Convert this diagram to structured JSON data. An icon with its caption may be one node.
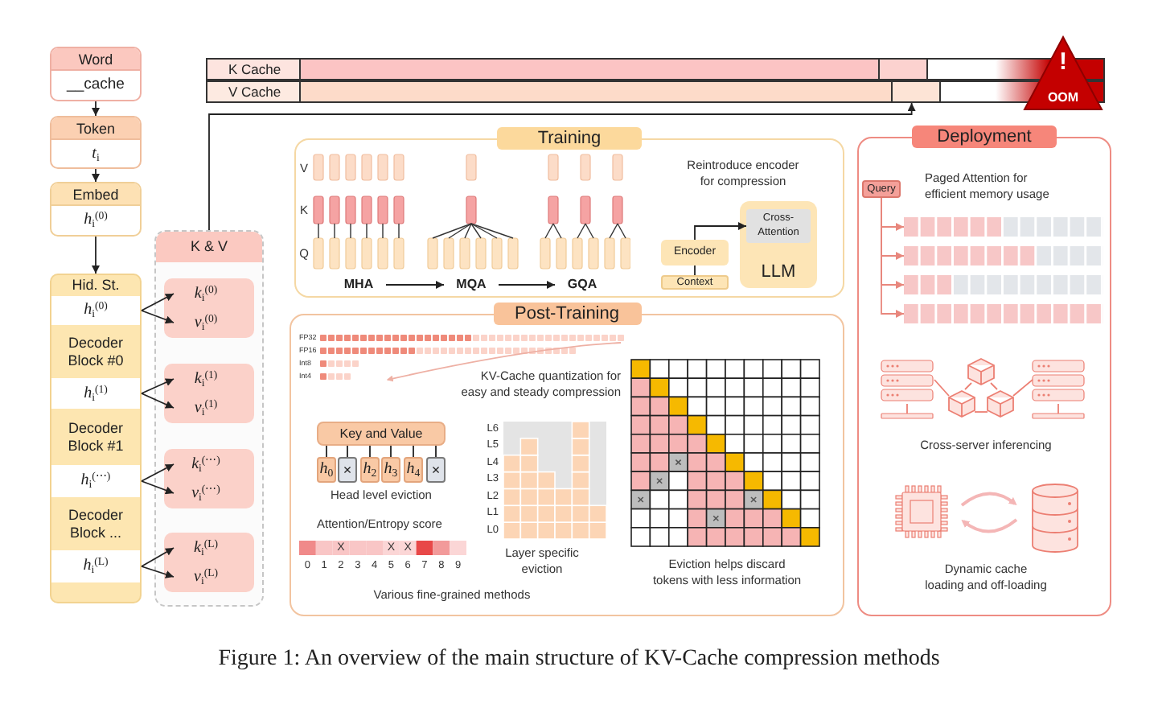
{
  "diagram": {
    "caption": "Figure 1: An overview of the main structure of KV-Cache compression methods",
    "nodes": [
      {
        "text": [
          "Word",
          "__cache"
        ]
      },
      {
        "text": [
          "Token",
          "*t*$_{i}$"
        ]
      },
      {
        "text": [
          "Embed",
          "*h*$_{i}$$^{(0)}$"
        ]
      },
      {
        "text": [
          "Hid. St."
        ]
      },
      {
        "text": [
          "*h*$_{i}$$^{(0)}$"
        ],
        "in": 3
      },
      {
        "text": [
          "Decoder Block #0"
        ],
        "in": 3
      },
      {
        "text": [
          "*h*$_{i}$$^{(1)}$"
        ],
        "in": 3
      },
      {
        "text": [
          "Decoder Block #1"
        ],
        "in": 3
      },
      {
        "text": [
          "*h*$_{i}$$^{(⋯)}$"
        ],
        "in": 3
      },
      {
        "text": [
          "Decoder Block ..."
        ],
        "in": 3
      },
      {
        "text": [
          "*h*$_{i}$$^{(L)}$"
        ],
        "in": 3
      },
      {
        "text": [
          "K & V"
        ]
      },
      {
        "text": [],
        "shape": "box",
        "in": 11
      },
      {
        "text": [
          "*k*$_{i}$$^{(0)}$"
        ],
        "in": 12
      },
      {
        "text": [
          "*v*$_{i}$$^{(0)}$"
        ],
        "in": 12
      },
      {
        "text": [],
        "shape": "box",
        "in": 11
      },
      {
        "text": [
          "*k*$_{i}$$^{(1)}$"
        ],
        "in": 15
      },
      {
        "text": [
          "*v*$_{i}$$^{(1)}$"
        ],
        "in": 15
      },
      {
        "text": [],
        "shape": "box",
        "in": 11
      },
      {
        "text": [
          "*k*$_{i}$$^{(⋯)}$"
        ],
        "in": 18
      },
      {
        "text": [
          "*v*$_{i}$$^{(⋯)}$"
        ],
        "in": 18
      },
      {
        "text": [],
        "shape": "box",
        "in": 11
      },
      {
        "text": [
          "*k*$_{i}$$^{(L)}$"
        ],
        "in": 21
      },
      {
        "text": [
          "*v*$_{i}$$^{(L)}$"
        ],
        "in": 21
      },
      {
        "text": [
          "K Cache"
        ]
      },
      {
        "text": [
          "V Cache"
        ]
      },
      {
        "text": [
          "!",
          "OOM"
        ]
      },
      {
        "text": [
          "Training"
        ]
      },
      {
        "text": [
          "MHA"
        ],
        "in": 27
      },
      {
        "text": [
          "MQA"
        ],
        "in": 27
      },
      {
        "text": [
          "GQA"
        ],
        "in": 27
      },
      {
        "text": [
          "LLM"
        ],
        "in": 27
      },
      {
        "text": [
          "Cross-Attention"
        ],
        "in": 31
      },
      {
        "text": [
          "Encoder"
        ],
        "in": 27
      },
      {
        "text": [
          "Context"
        ],
        "in": 27
      },
      {
        "text": [
          "Post-Training"
        ]
      },
      {
        "text": [
          "Key and Value"
        ],
        "in": 35
      },
      {
        "text": [
          "*h*$_{0}$"
        ],
        "in": 35
      },
      {
        "text": [
          "×"
        ],
        "in": 35
      },
      {
        "text": [
          "*h*$_{2}$"
        ],
        "in": 35
      },
      {
        "text": [
          "*h*$_{3}$"
        ],
        "in": 35
      },
      {
        "text": [
          "*h*$_{4}$"
        ],
        "in": 35
      },
      {
        "text": [
          "×"
        ],
        "in": 35
      },
      {
        "text": [
          "Deployment"
        ]
      },
      {
        "text": [
          "Query"
        ],
        "in": 43
      },
      {
        "text": [],
        "shape": "bar",
        "in": 43
      },
      {
        "text": [],
        "shape": "bar",
        "in": 43
      },
      {
        "text": [],
        "shape": "bar",
        "in": 43
      },
      {
        "text": [],
        "shape": "bar",
        "in": 43
      }
    ],
    "edges": [
      {
        "from": 0,
        "to": 1,
        "arrow": "to"
      },
      {
        "from": 1,
        "to": 2,
        "arrow": "to"
      },
      {
        "from": 2,
        "to": 3,
        "arrow": "to"
      },
      {
        "from": 4,
        "to": 13,
        "arrow": "to"
      },
      {
        "from": 4,
        "to": 14,
        "arrow": "to"
      },
      {
        "from": 6,
        "to": 16,
        "arrow": "to"
      },
      {
        "from": 6,
        "to": 17,
        "arrow": "to"
      },
      {
        "from": 8,
        "to": 19,
        "arrow": "to"
      },
      {
        "from": 8,
        "to": 20,
        "arrow": "to"
      },
      {
        "from": 10,
        "to": 22,
        "arrow": "to"
      },
      {
        "from": 10,
        "to": 23,
        "arrow": "to"
      },
      {
        "from": 11,
        "to": 25,
        "arrow": "to"
      },
      {
        "from": 28,
        "to": 29,
        "arrow": "to"
      },
      {
        "from": 29,
        "to": 30,
        "arrow": "to"
      },
      {
        "from": 34,
        "to": 33,
        "arrow": "none"
      },
      {
        "from": 33,
        "to": 32,
        "arrow": "to"
      },
      {
        "from": 36,
        "to": 37,
        "arrow": "none"
      },
      {
        "from": 36,
        "to": 38,
        "arrow": "none"
      },
      {
        "from": 36,
        "to": 39,
        "arrow": "none"
      },
      {
        "from": 36,
        "to": 40,
        "arrow": "none"
      },
      {
        "from": 36,
        "to": 41,
        "arrow": "none"
      },
      {
        "from": 36,
        "to": 42,
        "arrow": "none"
      },
      {
        "from": 44,
        "to": 45,
        "arrow": "to",
        "color": "#e8877d"
      },
      {
        "from": 44,
        "to": 46,
        "arrow": "to",
        "color": "#e8877d"
      },
      {
        "from": 44,
        "to": 47,
        "arrow": "to",
        "color": "#e8877d"
      },
      {
        "from": 44,
        "to": 48,
        "arrow": "to",
        "color": "#e8877d"
      }
    ],
    "labels": [
      "V",
      "K",
      "Q",
      "Reintroduce encoder for compression",
      "FP32",
      "FP16",
      "Int8",
      "Int4",
      "KV-Cache quantization for easy and steady compression",
      "Head level eviction",
      "Attention/Entropy score",
      "X",
      "X",
      "X",
      "0",
      "1",
      "2",
      "3",
      "4",
      "5",
      "6",
      "7",
      "8",
      "9",
      "Various fine-grained methods",
      "L6",
      "L5",
      "L4",
      "L3",
      "L2",
      "L1",
      "L0",
      "Layer specific eviction",
      "Eviction helps discard tokens with less information",
      "Paged Attention for efficient memory usage",
      "Cross-server inferencing",
      "Dynamic cache loading and off-loading"
    ]
  }
}
